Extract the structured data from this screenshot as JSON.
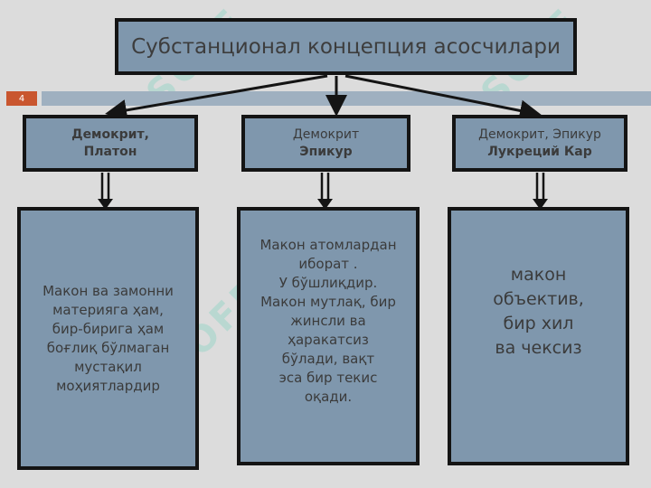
{
  "slide": {
    "title": "Субстанционал концепция асосчилари",
    "page_number": "4",
    "columns": [
      {
        "head_line1": "Демокрит,",
        "head_line2": "Платон",
        "description": "Макон ва замонни\nматерияга ҳам,\nбир-бирига ҳам\nбоғлиқ бўлмаган\nмустақил\nмоҳиятлардир"
      },
      {
        "head_line1": "Демокрит",
        "head_line2": "Эпикур",
        "description": "Макон атомлардан\nиборат .\nУ бўшлиқдир.\nМакон мутлақ, бир\nжинсли ва\nҳаракатсиз\nбўлади, вақт\nэса бир текис\nоқади."
      },
      {
        "head_line1": "Демокрит, Эпикур",
        "head_line2": "Лукреций Кар",
        "description": "макон объектив,\nбир хил\nва чексиз"
      }
    ],
    "watermark_text": "SOFF",
    "colors": {
      "box_fill": "#7f97ad",
      "box_border": "#141414",
      "background": "#dcdcdc",
      "accent_bar": "#9fb0c0",
      "page_number_fill": "#c9562f"
    }
  }
}
